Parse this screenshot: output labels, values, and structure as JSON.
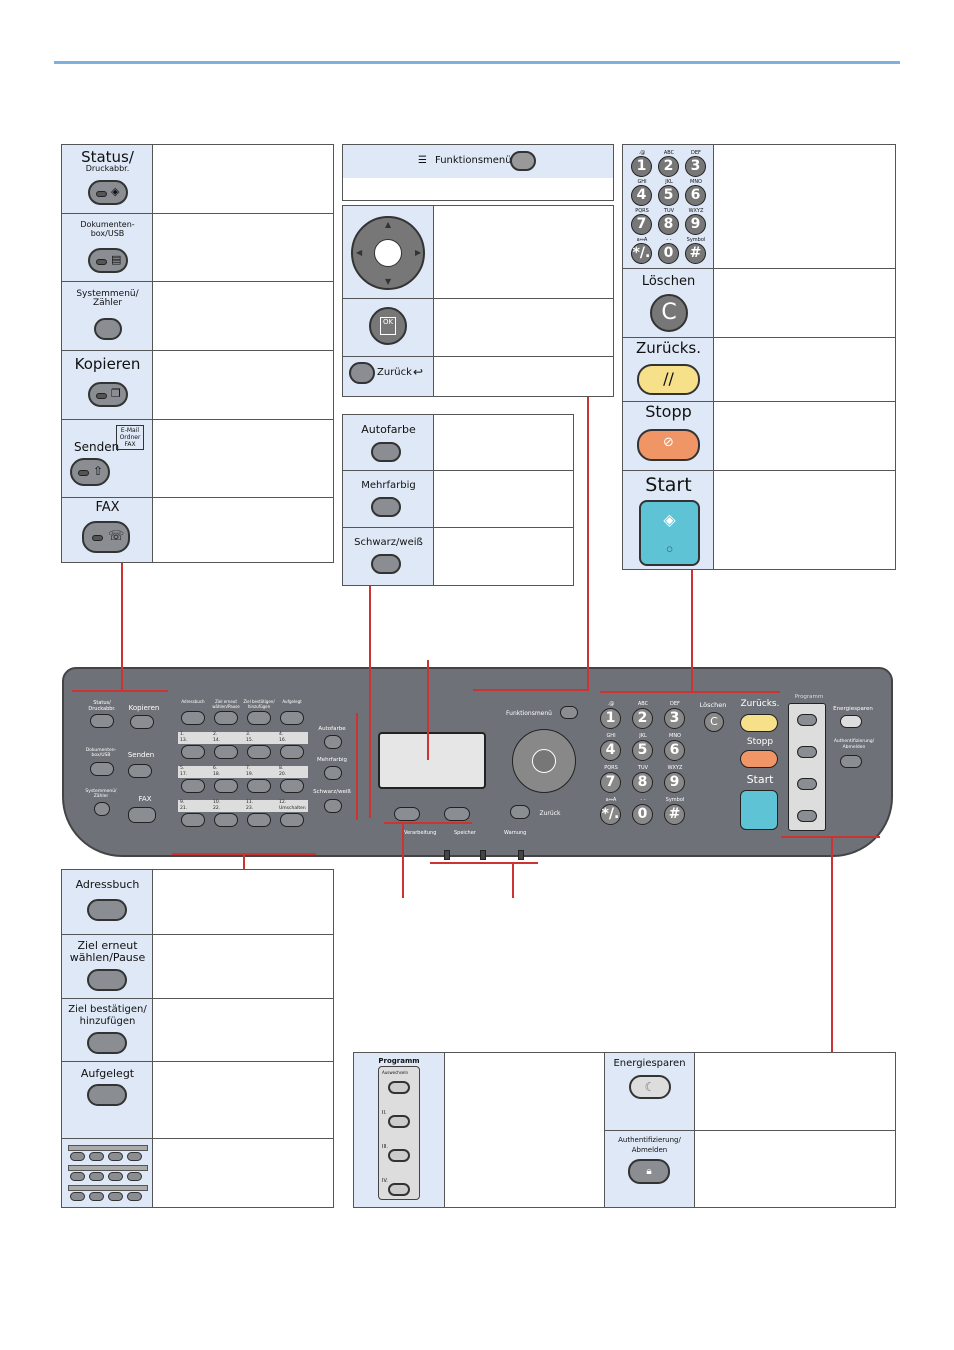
{
  "left_table": {
    "status_top": "Status/",
    "status_sub": "Druckabbr.",
    "docbox": "Dokumenten-\nbox/USB",
    "sysmenu": "Systemmenü/\nZähler",
    "kopieren": "Kopieren",
    "senden": "Senden",
    "senden_badge": "E-Mail\nOrdner\nFAX",
    "fax": "FAX"
  },
  "mid_table": {
    "funktion": "Funktionsmenü",
    "zurueck": "Zurück",
    "ok": "OK"
  },
  "color_table": {
    "autofarbe": "Autofarbe",
    "mehrfarbig": "Mehrfarbig",
    "sw": "Schwarz/weiß"
  },
  "right_table": {
    "loeschen": "Löschen",
    "zuruecks": "Zurücks.",
    "stopp": "Stopp",
    "start": "Start"
  },
  "keypad": {
    "keys": [
      "1",
      "2",
      "3",
      "4",
      "5",
      "6",
      "7",
      "8",
      "9",
      "*/.",
      "0",
      "#"
    ],
    "letters": [
      ".@",
      "ABC",
      "DEF",
      "GHI",
      "JKL",
      "MNO",
      "PQRS",
      "TUV",
      "WXYZ",
      "a⇔A",
      "- -",
      "Symbol"
    ]
  },
  "bottom_left": {
    "adressbuch": "Adressbuch",
    "ziel_erneut": "Ziel erneut\nwählen/Pause",
    "ziel_best": "Ziel bestätigen/\nhinzufügen",
    "aufgelegt": "Aufgelegt"
  },
  "bottom_right": {
    "programm": "Programm",
    "prog_first": "Auswechseln",
    "prog_nums": [
      "II.",
      "III.",
      "IV."
    ],
    "energie": "Energiesparen",
    "auth": "Authentifizierung/\nAbmelden"
  },
  "panel": {
    "status": "Status/\nDruckabbr.",
    "kopieren": "Kopieren",
    "docbox": "Dokumenten-\nbox/USB",
    "senden": "Senden",
    "sysmenu": "Systemmenü/\nZähler",
    "fax": "FAX",
    "one_touch_top": [
      "Adressbuch",
      "Ziel erneut\nwählen/Pause",
      "Ziel bestätigen/\nhinzufügen",
      "Aufgelegt"
    ],
    "one_touch_rows": [
      [
        "1.",
        "2.",
        "3.",
        "4."
      ],
      [
        "13.",
        "14.",
        "15.",
        "16."
      ],
      [
        "5.",
        "6.",
        "7.",
        "8."
      ],
      [
        "17.",
        "18.",
        "19.",
        "20."
      ],
      [
        "9.",
        "10.",
        "11.",
        "12."
      ],
      [
        "21.",
        "22.",
        "23.",
        "Umschalten"
      ]
    ],
    "autofarbe": "Autofarbe",
    "mehrfarbig": "Mehrfarbig",
    "sw": "Schwarz/weiß",
    "funktion": "Funktionsmenü",
    "zurueck": "Zurück",
    "led_labels": [
      "Verarbeitung",
      "Speicher",
      "Warnung"
    ],
    "loeschen": "Löschen",
    "zuruecks": "Zurücks.",
    "stopp": "Stopp",
    "start": "Start",
    "programm": "Programm",
    "energie": "Energiesparen",
    "auth": "Authentifizierung/\nAbmelden"
  }
}
